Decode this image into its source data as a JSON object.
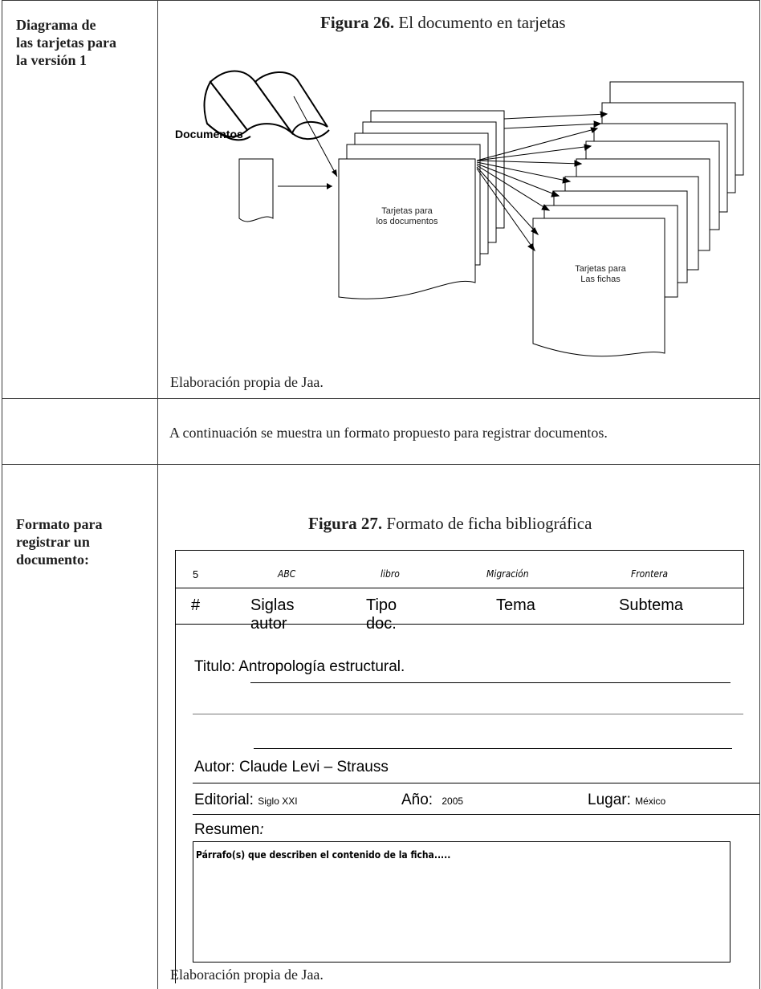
{
  "rows": {
    "diagram_label": "Diagrama de\nlas tarjetas para\nla versión 1",
    "format_label": "Formato para\nregistrar un\ndocumento:"
  },
  "figure26": {
    "number": "Figura 26.",
    "title": " El documento en tarjetas",
    "documents_label": "Documentos",
    "cards_docs_label": "Tarjetas para\nlos documentos",
    "cards_fichas_label": "Tarjetas para\nLas fichas",
    "source": "Elaboración propia de Jaa."
  },
  "intro": "A continuación se muestra un formato propuesto para registrar documentos.",
  "figure27": {
    "number": "Figura 27.",
    "title": " Formato de ficha bibliográfica",
    "values_row": [
      "5",
      "ABC",
      "libro",
      "Migración",
      "Frontera"
    ],
    "header_row": [
      "#",
      "Siglas autor",
      "Tipo doc.",
      "Tema",
      "Subtema"
    ],
    "titulo_label": "Titulo:",
    "titulo_value": "Antropología estructural.",
    "autor_label": "Autor:",
    "autor_value": "Claude Levi – Strauss",
    "editorial_label": "Editorial:",
    "editorial_value": "Siglo XXI",
    "anio_label": "Año:",
    "anio_value": "2005",
    "lugar_label": "Lugar:",
    "lugar_value": "México",
    "resumen_label": "Resumen",
    "resumen_colon": ":",
    "resumen_text": "Párrafo(s) que describen el contenido  de la ficha.....",
    "source": "Elaboración propia de Jaa."
  }
}
